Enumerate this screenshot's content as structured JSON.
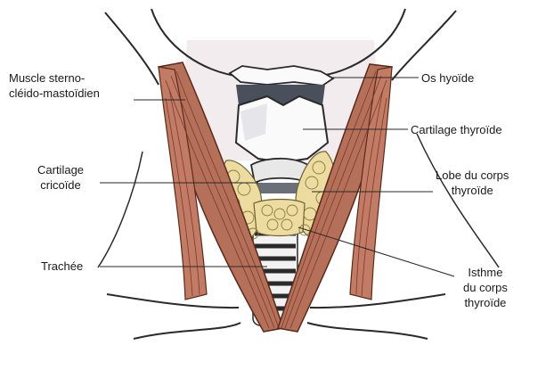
{
  "labels": {
    "sternocleido": [
      "Muscle sterno-",
      "cléido-mastoïdien"
    ],
    "os_hyoide": [
      "Os hyoïde"
    ],
    "cart_thyroide": [
      "Cartilage thyroïde"
    ],
    "cart_cricoide": [
      "Cartilage",
      "cricoïde"
    ],
    "lobe": [
      "Lobe du corps",
      "thyroïde"
    ],
    "trachee": [
      "Trachée"
    ],
    "isthme": [
      "Isthme",
      "du corps",
      "thyroïde"
    ]
  },
  "colors": {
    "muscle": "#b5705a",
    "muscle_dark": "#7a3a2a",
    "thyroid": "#eddca0",
    "cartilage": "#f4f4f4",
    "outline": "#2a2a2a"
  }
}
